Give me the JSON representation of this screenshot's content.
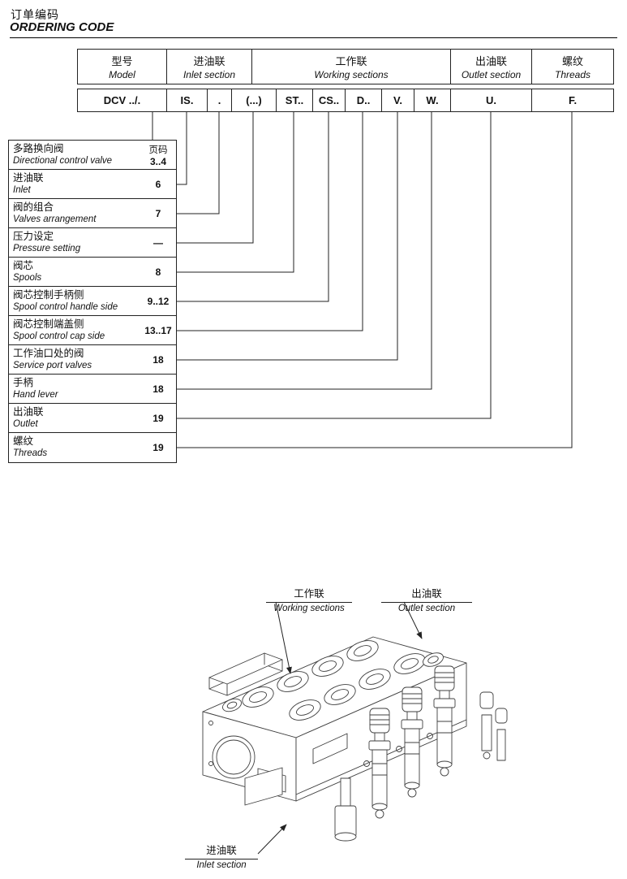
{
  "title": {
    "zh": "订单编码",
    "en": "ORDERING CODE"
  },
  "code_table": {
    "headers": [
      {
        "zh": "型号",
        "en": "Model"
      },
      {
        "zh": "进油联",
        "en": "Inlet section"
      },
      {
        "zh": "工作联",
        "en": "Working sections"
      },
      {
        "zh": "出油联",
        "en": "Outlet section"
      },
      {
        "zh": "螺纹",
        "en": "Threads"
      }
    ],
    "codes": [
      "DCV ../.",
      "IS.",
      ".",
      "(...)",
      "ST..",
      "CS..",
      "D..",
      "V.",
      "W.",
      "U.",
      "F."
    ]
  },
  "legend": {
    "page_label": "页码",
    "rows": [
      {
        "zh": "多路换向阀",
        "en": "Directional control valve",
        "page": "3..4"
      },
      {
        "zh": "进油联",
        "en": "Inlet",
        "page": "6"
      },
      {
        "zh": "阀的组合",
        "en": "Valves arrangement",
        "page": "7"
      },
      {
        "zh": "压力设定",
        "en": "Pressure setting",
        "page": "—"
      },
      {
        "zh": "阀芯",
        "en": "Spools",
        "page": "8"
      },
      {
        "zh": "阀芯控制手柄侧",
        "en": "Spool control handle side",
        "page": "9..12"
      },
      {
        "zh": "阀芯控制端盖侧",
        "en": "Spool control cap side",
        "page": "13..17"
      },
      {
        "zh": "工作油口处的阀",
        "en": "Service port valves",
        "page": "18"
      },
      {
        "zh": "手柄",
        "en": "Hand lever",
        "page": "18"
      },
      {
        "zh": "出油联",
        "en": "Outlet",
        "page": "19"
      },
      {
        "zh": "螺纹",
        "en": "Threads",
        "page": "19"
      }
    ]
  },
  "figure": {
    "labels": {
      "working": {
        "zh": "工作联",
        "en": "Working sections"
      },
      "outlet": {
        "zh": "出油联",
        "en": "Outlet section"
      },
      "inlet": {
        "zh": "进油联",
        "en": "Inlet section"
      }
    }
  }
}
